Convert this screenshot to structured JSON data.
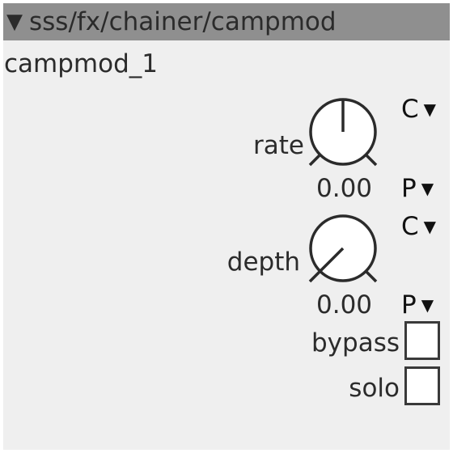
{
  "header": {
    "path": "sss/fx/chainer/campmod",
    "collapse_glyph": "▼"
  },
  "instance": {
    "name": "campmod_1"
  },
  "params": [
    {
      "label": "rate",
      "value_text": "0.00",
      "knob_fraction": 0.5,
      "cv_label": "C",
      "param_label": "P",
      "caret": "▼"
    },
    {
      "label": "depth",
      "value_text": "0.00",
      "knob_fraction": 0.0,
      "cv_label": "C",
      "param_label": "P",
      "caret": "▼"
    }
  ],
  "toggles": [
    {
      "label": "bypass",
      "checked": false
    },
    {
      "label": "solo",
      "checked": false
    }
  ]
}
